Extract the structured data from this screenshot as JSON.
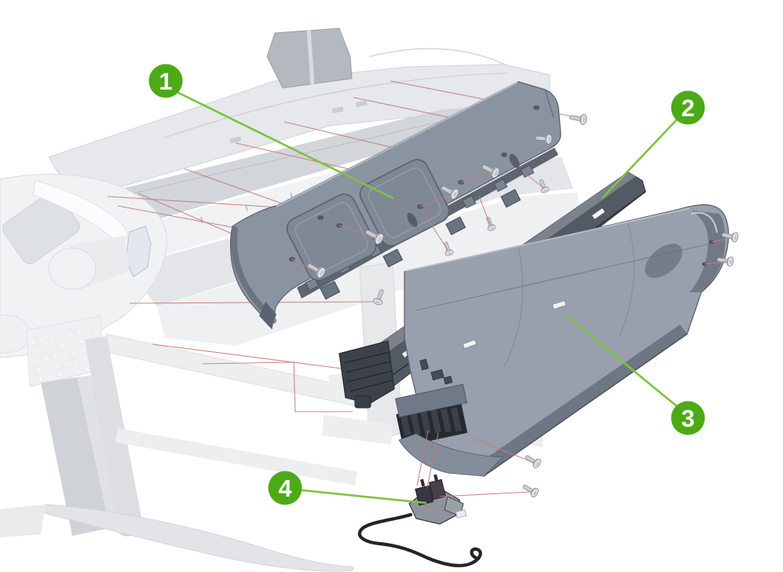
{
  "figure": {
    "description": "Exploded-view service diagram of a large-format printer: rear cover panels, center guide rail and sensor assembly with mounting screws",
    "background": "#ffffff"
  },
  "callouts": [
    {
      "label": "1"
    },
    {
      "label": "2"
    },
    {
      "label": "3"
    },
    {
      "label": "4"
    }
  ],
  "screw_count": 14,
  "colors": {
    "callout_green": "#4caa17",
    "leader_green": "#7cc341",
    "leader_red": "#c97c7c",
    "panel_slate": "#8a93a0",
    "rail_gray": "#50565e",
    "printer_faded": "#e7e9ec",
    "cable_dark": "#2a2128",
    "screw_silver": "#dfe2e5",
    "background": "#ffffff"
  }
}
